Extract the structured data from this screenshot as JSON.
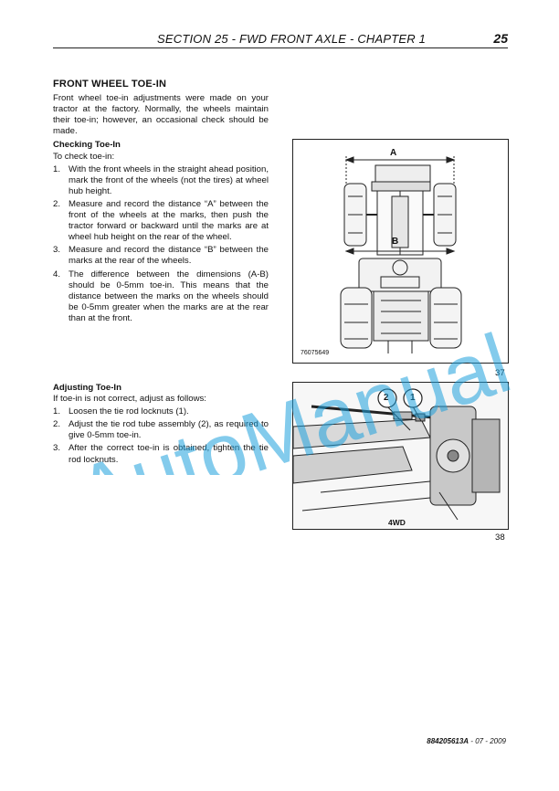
{
  "header": {
    "title": "SECTION 25 - FWD FRONT AXLE - CHAPTER 1",
    "page_number": "25"
  },
  "section": {
    "title": "FRONT WHEEL TOE-IN",
    "intro": "Front wheel toe-in adjustments were made on your tractor at the factory. Normally, the wheels maintain their toe-in; however, an occasional check should be made."
  },
  "checking": {
    "title": "Checking Toe-In",
    "lead": "To check toe-in:",
    "steps": [
      {
        "num": "1.",
        "text": "With the front wheels in the straight ahead position, mark the front of the wheels (not the tires) at wheel hub height."
      },
      {
        "num": "2.",
        "text": "Measure and record the distance “A” between the front of the wheels at the marks, then push the tractor forward or backward until the marks are at wheel hub height on the rear of the wheel."
      },
      {
        "num": "3.",
        "text": "Measure and record the distance “B” between the marks at the rear of the wheels."
      },
      {
        "num": "4.",
        "text": "The difference between the dimensions (A-B) should be 0-5mm toe-in. This means that the distance between the marks on the wheels should be 0-5mm greater when the marks are at the rear than at the front."
      }
    ]
  },
  "adjusting": {
    "title": "Adjusting Toe-In",
    "lead": "If toe-in is not correct, adjust as follows:",
    "steps": [
      {
        "num": "1.",
        "text": "Loosen the tie rod locknuts (1)."
      },
      {
        "num": "2.",
        "text": "Adjust the tie rod tube assembly (2), as required to give 0-5mm toe-in."
      },
      {
        "num": "3.",
        "text": "After the correct toe-in is obtained, tighten the tie rod locknuts."
      }
    ]
  },
  "figure37": {
    "label_a": "A",
    "label_b": "B",
    "code": "76075649",
    "number": "37"
  },
  "figure38": {
    "callout_2": "2",
    "callout_1": "1",
    "caption": "4WD",
    "number": "38"
  },
  "footer": {
    "doc_number": "884205613A",
    "date": "07 - 2009"
  },
  "watermark": {
    "text": "AutoManual",
    "color": "#1ea0dc"
  }
}
